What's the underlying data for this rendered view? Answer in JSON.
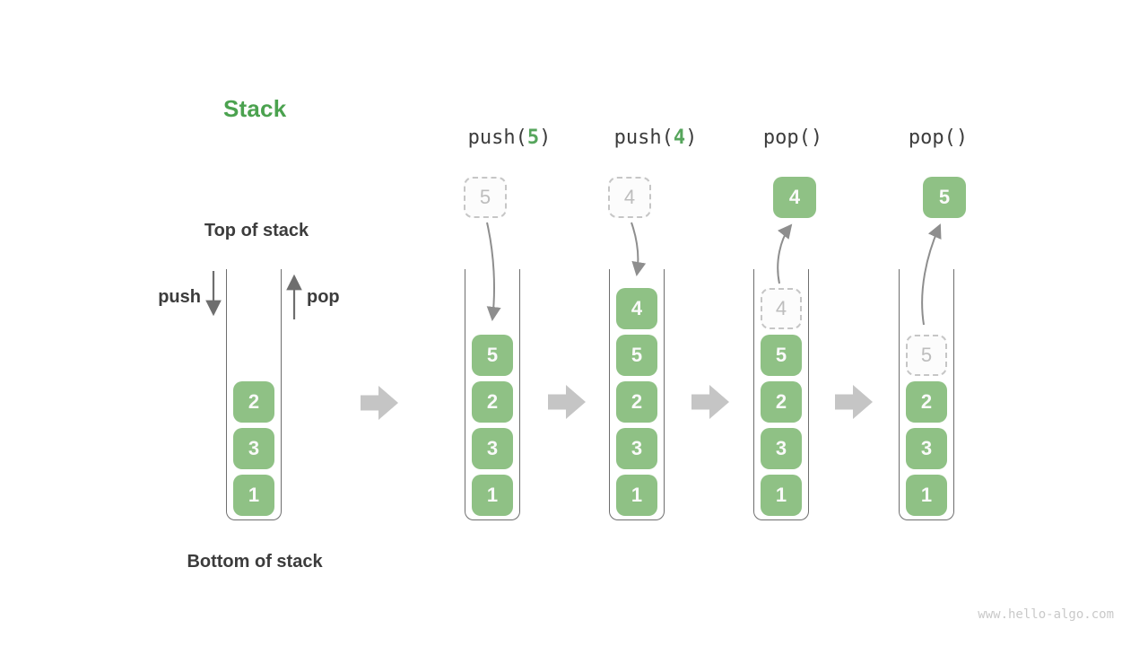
{
  "page": {
    "title": "Stack",
    "watermark": "www.hello-algo.com"
  },
  "annotations": {
    "top_of_stack": "Top of stack",
    "bottom_of_stack": "Bottom of stack",
    "push_label": "push",
    "pop_label": "pop"
  },
  "colors": {
    "title_green": "#4BA24F",
    "accent_green": "#8FC185",
    "op_digit_green": "#56A55C",
    "text_dark": "#3C3C3C",
    "arrow_gray": "#8E8E8E",
    "block_arrow_gray": "#C5C5C5",
    "dashed_gray": "#C6C6C6"
  },
  "columns": [
    {
      "name": "initial-stack",
      "cells": [
        {
          "v": "2"
        },
        {
          "v": "3"
        },
        {
          "v": "1"
        }
      ]
    },
    {
      "name": "after-push-5",
      "op": {
        "prefix": "push(",
        "arg": "5",
        "suffix": ")"
      },
      "floating": {
        "v": "5",
        "style": "dashed"
      },
      "cells": [
        {
          "v": "5"
        },
        {
          "v": "2"
        },
        {
          "v": "3"
        },
        {
          "v": "1"
        }
      ]
    },
    {
      "name": "after-push-4",
      "op": {
        "prefix": "push(",
        "arg": "4",
        "suffix": ")"
      },
      "floating": {
        "v": "4",
        "style": "dashed"
      },
      "cells": [
        {
          "v": "4"
        },
        {
          "v": "5"
        },
        {
          "v": "2"
        },
        {
          "v": "3"
        },
        {
          "v": "1"
        }
      ]
    },
    {
      "name": "after-pop-4",
      "op": {
        "prefix": "pop()",
        "arg": "",
        "suffix": ""
      },
      "floating": {
        "v": "4",
        "style": "solid"
      },
      "cells": [
        {
          "v": "4",
          "style": "dashed"
        },
        {
          "v": "5"
        },
        {
          "v": "2"
        },
        {
          "v": "3"
        },
        {
          "v": "1"
        }
      ]
    },
    {
      "name": "after-pop-5",
      "op": {
        "prefix": "pop()",
        "arg": "",
        "suffix": ""
      },
      "floating": {
        "v": "5",
        "style": "solid"
      },
      "cells": [
        {
          "v": "5",
          "style": "dashed"
        },
        {
          "v": "2"
        },
        {
          "v": "3"
        },
        {
          "v": "1"
        }
      ]
    }
  ]
}
